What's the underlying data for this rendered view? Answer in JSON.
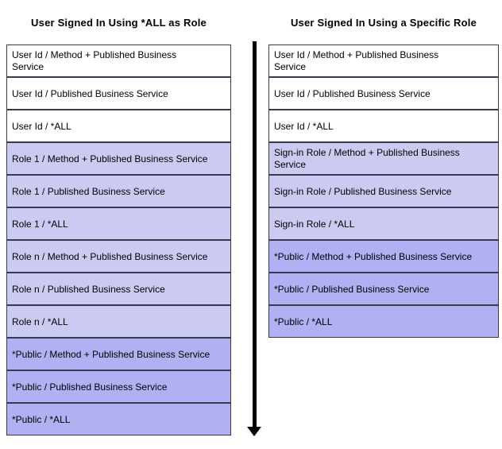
{
  "diagram": {
    "columns": [
      {
        "title": "User Signed In Using *ALL as Role",
        "rows": [
          {
            "label": "User Id / Method + Published Business\nService",
            "variant": "white"
          },
          {
            "label": "User Id / Published Business Service",
            "variant": "white"
          },
          {
            "label": "User Id / *ALL",
            "variant": "white"
          },
          {
            "label": "Role 1 / Method + Published Business Service",
            "variant": "light"
          },
          {
            "label": "Role 1 / Published Business Service",
            "variant": "light"
          },
          {
            "label": "Role 1 / *ALL",
            "variant": "light"
          },
          {
            "label": "Role n / Method + Published Business Service",
            "variant": "light"
          },
          {
            "label": "Role n / Published Business Service",
            "variant": "light"
          },
          {
            "label": "Role n / *ALL",
            "variant": "light"
          },
          {
            "label": "*Public / Method + Published Business Service",
            "variant": "dark"
          },
          {
            "label": "*Public / Published Business Service",
            "variant": "dark"
          },
          {
            "label": "*Public / *ALL",
            "variant": "dark"
          }
        ]
      },
      {
        "title": "User Signed In Using a Specific Role",
        "rows": [
          {
            "label": "User Id / Method + Published Business\nService",
            "variant": "white"
          },
          {
            "label": "User Id / Published Business Service",
            "variant": "white"
          },
          {
            "label": "User Id / *ALL",
            "variant": "white"
          },
          {
            "label": "Sign-in Role / Method + Published Business\nService",
            "variant": "light"
          },
          {
            "label": "Sign-in Role / Published Business Service",
            "variant": "light"
          },
          {
            "label": "Sign-in Role / *ALL",
            "variant": "light"
          },
          {
            "label": "*Public / Method + Published Business Service",
            "variant": "dark"
          },
          {
            "label": "*Public / Published Business Service",
            "variant": "dark"
          },
          {
            "label": "*Public / *ALL",
            "variant": "dark"
          }
        ]
      }
    ],
    "arrow": {
      "direction": "down",
      "color": "#000000"
    },
    "colors": {
      "row_white": "#ffffff",
      "row_light": "#cbcbf2",
      "row_dark": "#b0b0f2",
      "border": "#3a3a4e",
      "title_text": "#000000"
    }
  }
}
